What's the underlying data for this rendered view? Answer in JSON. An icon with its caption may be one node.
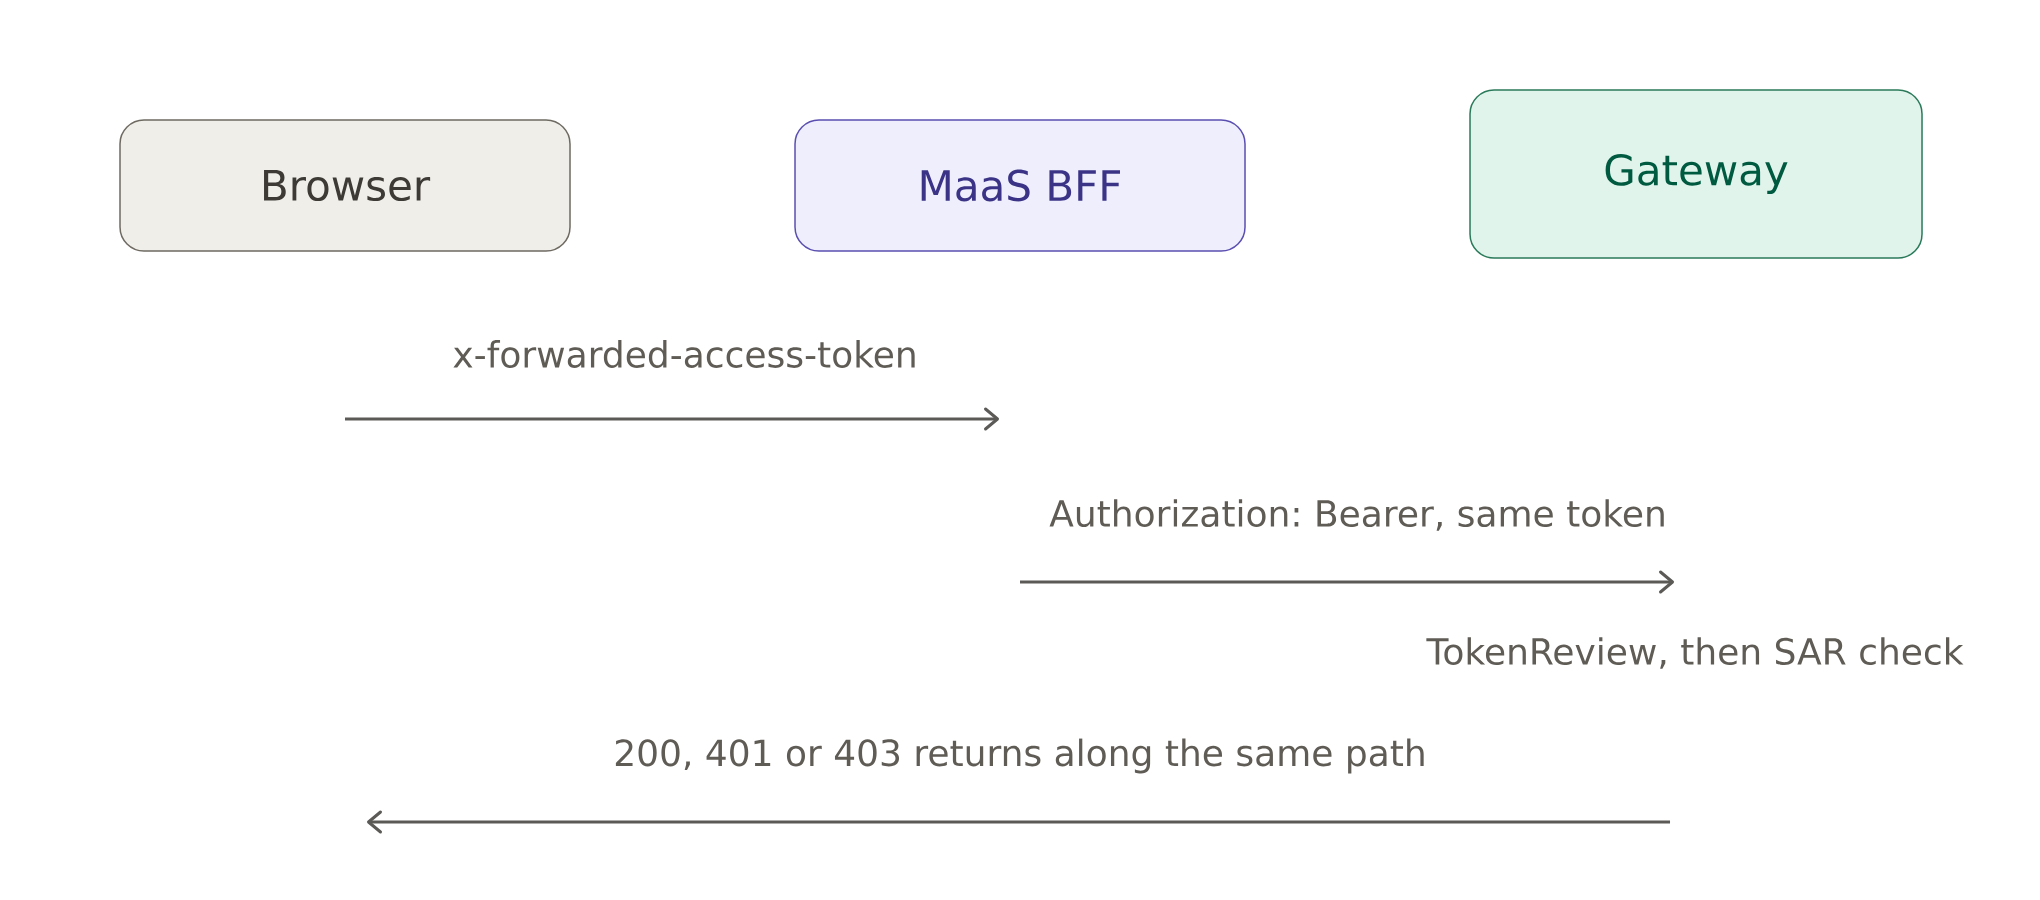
{
  "diagram": {
    "nodes": [
      {
        "text": [
          "Browser"
        ]
      },
      {
        "text": [
          "MaaS BFF"
        ]
      },
      {
        "text": [
          "Gateway"
        ]
      }
    ],
    "labels": [
      "x-forwarded-access-token",
      "Authorization: Bearer, same token",
      "TokenReview, then SAR check",
      "200, 401 or 403 returns along the same path"
    ]
  }
}
